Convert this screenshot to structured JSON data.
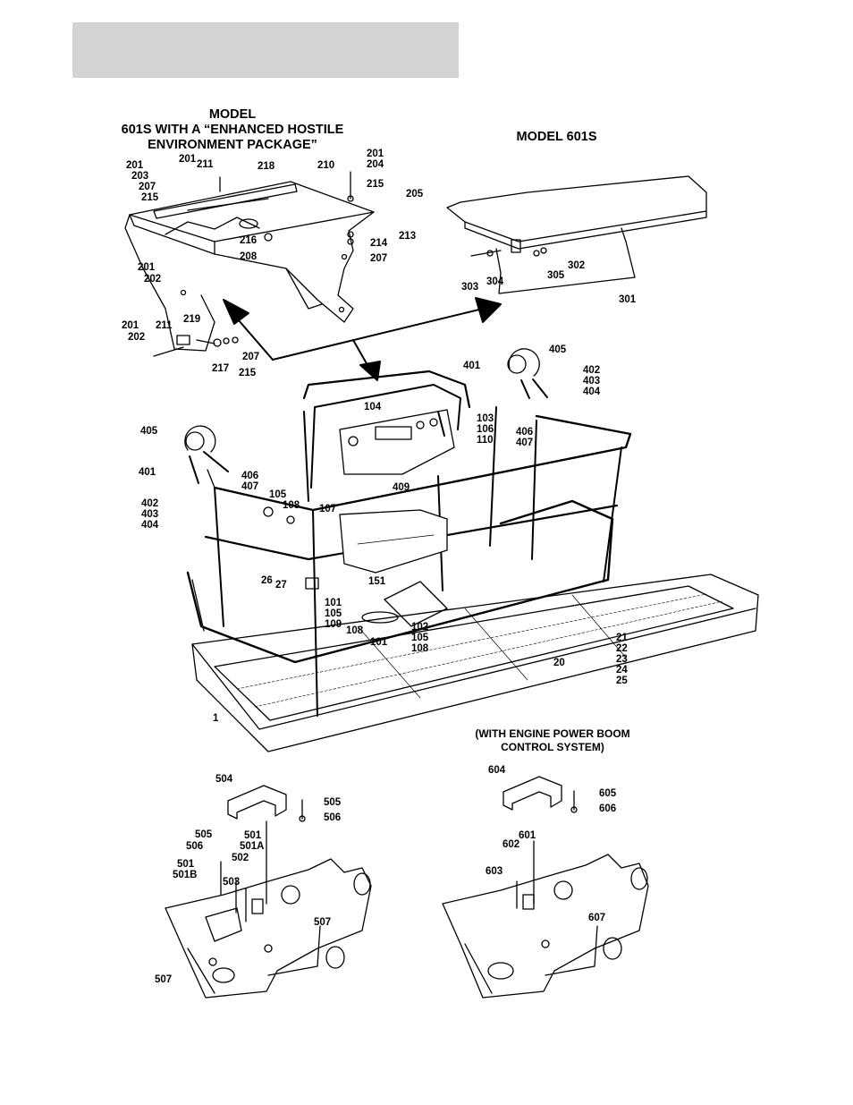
{
  "titles": {
    "hostile_model": "MODEL",
    "hostile_line2": "601S WITH A “ENHANCED HOSTILE",
    "hostile_line3": "ENVIRONMENT PACKAGE”",
    "model_601s": "MODEL 601S",
    "engine_line1": "(WITH ENGINE POWER BOOM",
    "engine_line2": "CONTROL SYSTEM)"
  },
  "part_labels": {
    "canopy": [
      "201",
      "201",
      "203",
      "207",
      "215",
      "211",
      "218",
      "210",
      "201",
      "204",
      "215",
      "205",
      "213",
      "214",
      "207",
      "216",
      "208",
      "201",
      "202",
      "219",
      "201",
      "211",
      "202",
      "217",
      "215",
      "207"
    ],
    "top_plate": [
      "302",
      "305",
      "303",
      "304",
      "301"
    ],
    "platform": [
      "405",
      "401",
      "402",
      "403",
      "404",
      "406",
      "407",
      "405",
      "401",
      "406",
      "407",
      "402",
      "403",
      "404",
      "104",
      "103",
      "106",
      "110",
      "409",
      "105",
      "108",
      "107",
      "26",
      "27",
      "151",
      "101",
      "105",
      "109",
      "108",
      "101",
      "102",
      "105",
      "108",
      "21",
      "22",
      "23",
      "24",
      "25",
      "20",
      "1"
    ],
    "left_bracket": [
      "504",
      "505",
      "506",
      "501",
      "501A",
      "505",
      "506",
      "502",
      "501",
      "501B",
      "503",
      "507",
      "507"
    ],
    "right_bracket": [
      "604",
      "605",
      "606",
      "601",
      "602",
      "603",
      "607"
    ]
  }
}
